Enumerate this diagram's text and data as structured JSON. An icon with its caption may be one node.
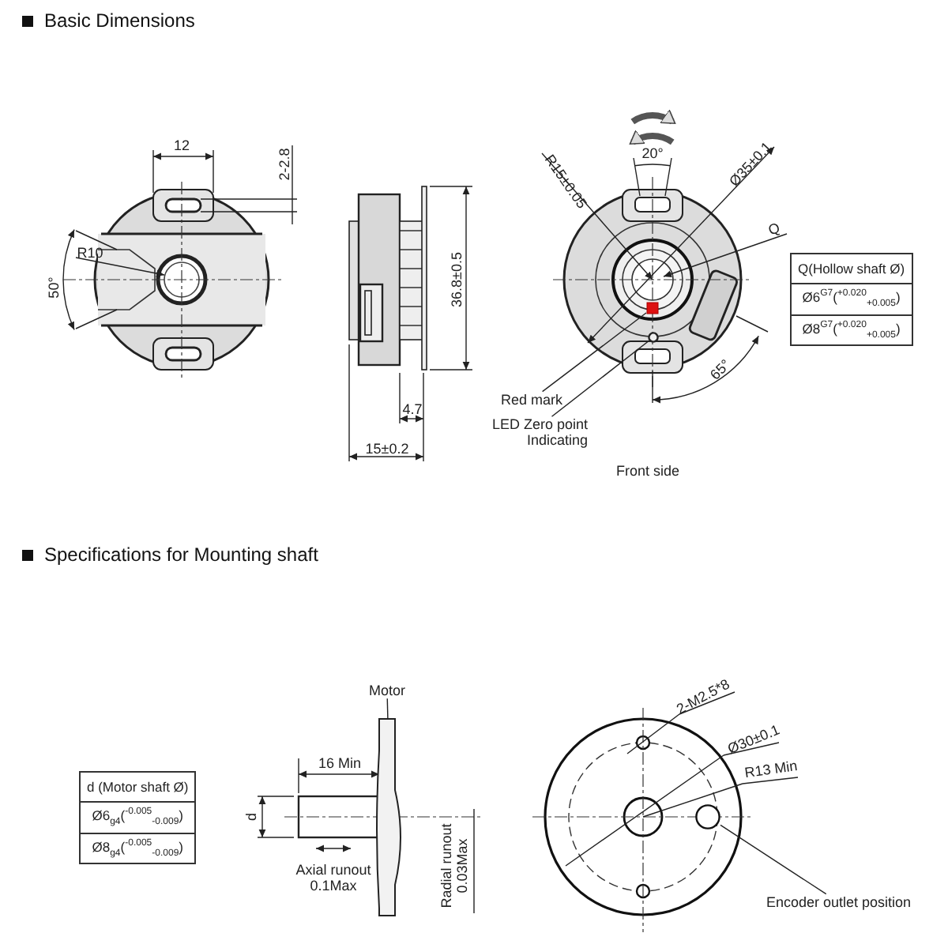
{
  "diagram": {
    "nodes": [
      {
        "text": [
          "Red mark"
        ]
      },
      {
        "text": [],
        "shape": "box"
      },
      {
        "text": [
          "LED Zero point Indicating"
        ]
      },
      {
        "text": [],
        "shape": "circle"
      },
      {
        "text": [
          "Motor"
        ]
      },
      {
        "text": [],
        "shape": "bar"
      },
      {
        "text": [
          "Encoder outlet position"
        ]
      },
      {
        "text": [],
        "shape": "circle"
      }
    ],
    "edges": [
      {
        "from": 0,
        "to": 1,
        "arrow": "none"
      },
      {
        "from": 2,
        "to": 3,
        "arrow": "none"
      },
      {
        "from": 4,
        "to": 5,
        "arrow": "none"
      },
      {
        "from": 6,
        "to": 7,
        "arrow": "none"
      }
    ],
    "labels": [
      "Basic Dimensions",
      "12",
      "2-2.8",
      "20°",
      "R15±0.05",
      "Ø35±0.1",
      "Q",
      "R10",
      "50°",
      "36.8±0.5",
      "Q(Hollow shaft Ø)",
      "Ø6$^{G7}$($^{+0.020}$$_{+0.005}$)",
      "Ø8$^{G7}$($^{+0.020}$$_{+0.005}$)",
      "65°",
      "4.7",
      "15±0.2",
      "Front side",
      "Specifications for Mounting shaft",
      "2-M2.5*8",
      "Ø30±0.1",
      "R13 Min",
      "16 Min",
      "d (Motor shaft Ø)",
      "Ø6$_{g4}$($^{-0.005}$$_{-0.009}$)",
      "Ø8$_{g4}$($^{-0.005}$$_{-0.009}$)",
      "d",
      "Axial runout 0.1Max",
      "Radial runout 0.03Max"
    ]
  }
}
